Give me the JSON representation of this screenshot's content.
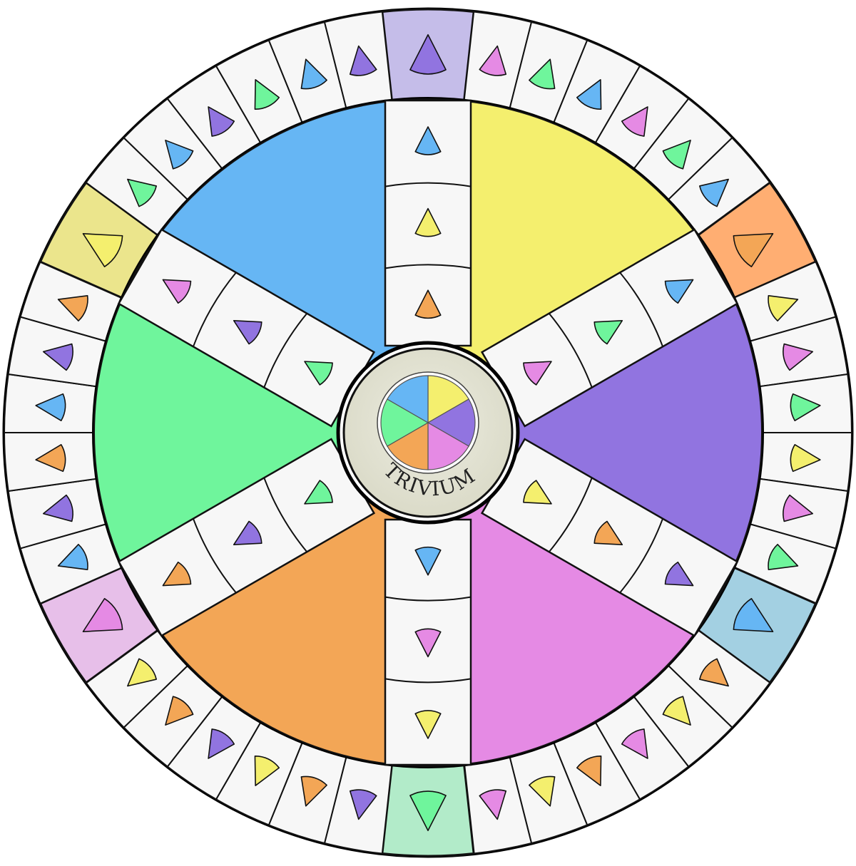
{
  "title": "TRIVIUM",
  "colors": {
    "blue": "#66b6f4",
    "yellow": "#f4ef6e",
    "purple": "#9174e0",
    "pink": "#e58ae4",
    "orange": "#f3a656",
    "green": "#6ff59c",
    "space": "#f7f7f7",
    "hub": "#e3e3d2"
  },
  "wedges": [
    "blue",
    "yellow",
    "purple",
    "pink",
    "orange",
    "green"
  ],
  "hq_spaces": {
    "top": "purple",
    "top-right": "orange",
    "bottom-right": "blue",
    "bottom": "green",
    "bottom-left": "pink",
    "top-left": "yellow"
  },
  "ring_sequences": [
    [
      "pink",
      "green",
      "blue"
    ],
    [
      "yellow",
      "pink",
      "green"
    ],
    [
      "orange",
      "yellow",
      "pink"
    ],
    [
      "purple",
      "orange",
      "yellow"
    ],
    [
      "blue",
      "purple",
      "orange"
    ],
    [
      "green",
      "blue",
      "purple"
    ]
  ],
  "spoke_sequences": [
    [
      "blue",
      "yellow",
      "orange"
    ],
    [
      "blue",
      "green",
      "pink"
    ],
    [
      "purple",
      "orange",
      "yellow"
    ],
    [
      "yellow",
      "pink",
      "blue"
    ],
    [
      "orange",
      "purple",
      "green"
    ],
    [
      "pink",
      "purple",
      "green"
    ]
  ],
  "hub_pie": [
    "yellow",
    "purple",
    "pink",
    "orange",
    "green",
    "blue"
  ]
}
